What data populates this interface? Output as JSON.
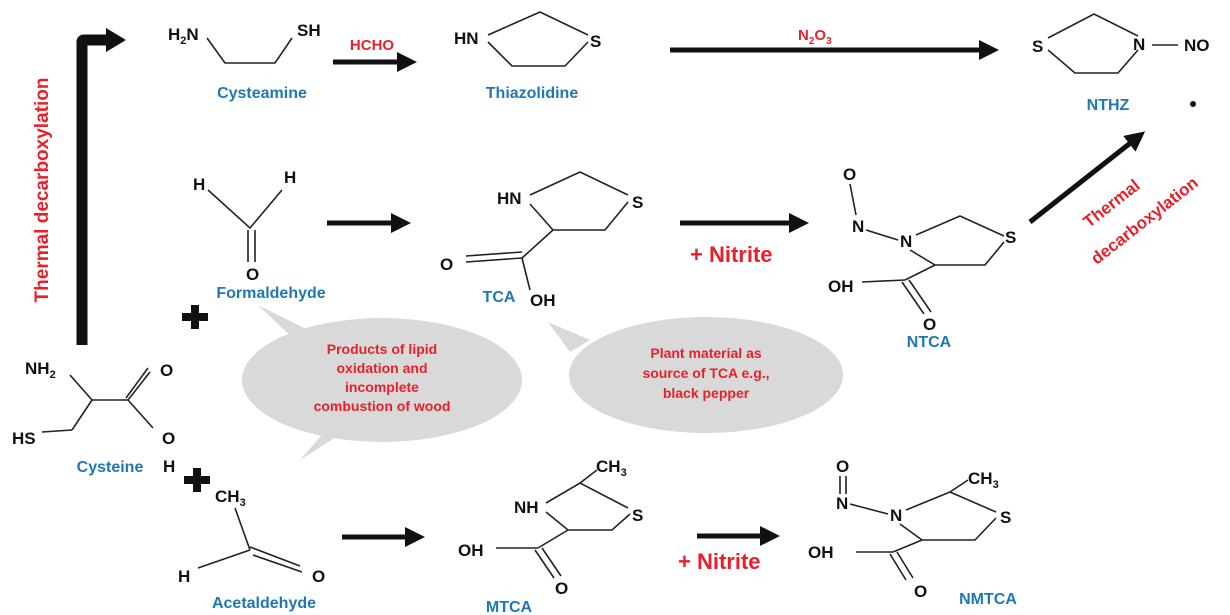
{
  "colors": {
    "name_blue": "#1f77b4",
    "label_red": "#e8202a",
    "bubble_gray": "#d9d9d9",
    "arrow_black": "#111111"
  },
  "labels": {
    "thermal_decarboxylation_vertical": "Thermal decarboxylation",
    "thermal_line1": "Thermal",
    "thermal_line2": "decarboxylation",
    "hcho": "HCHO",
    "n2o3_main": "N",
    "n2o3_sub1": "2",
    "n2o3_mid": "O",
    "n2o3_sub2": "3",
    "nitrite_1": "+ Nitrite",
    "nitrite_2": "+ Nitrite",
    "plus_sign": "+"
  },
  "compounds": {
    "cysteamine": "Cysteamine",
    "thiazolidine": "Thiazolidine",
    "nthz": "NTHZ",
    "formaldehyde": "Formaldehyde",
    "tca": "TCA",
    "ntca": "NTCA",
    "cysteine": "Cysteine",
    "acetaldehyde": "Acetaldehyde",
    "mtca": "MTCA",
    "nmtca": "NMTCA"
  },
  "atoms": {
    "h": "H",
    "h2n": "H",
    "h2n_sub": "2",
    "h2n_n": "N",
    "sh": "SH",
    "hn": "HN",
    "nh": "NH",
    "s": "S",
    "n": "N",
    "no": "NO",
    "o": "O",
    "oh": "OH",
    "ch": "CH",
    "ch3_sub": "3",
    "nh2": "NH",
    "nh2_sub": "2",
    "hs": "HS"
  },
  "bubbles": {
    "lipid_line1": "Products of lipid",
    "lipid_line2": "oxidation and",
    "lipid_line3": "incomplete",
    "lipid_line4": "combustion of wood",
    "plant_line1": "Plant material as",
    "plant_line2": "source of TCA  e.g.,",
    "plant_line3": "black pepper"
  }
}
